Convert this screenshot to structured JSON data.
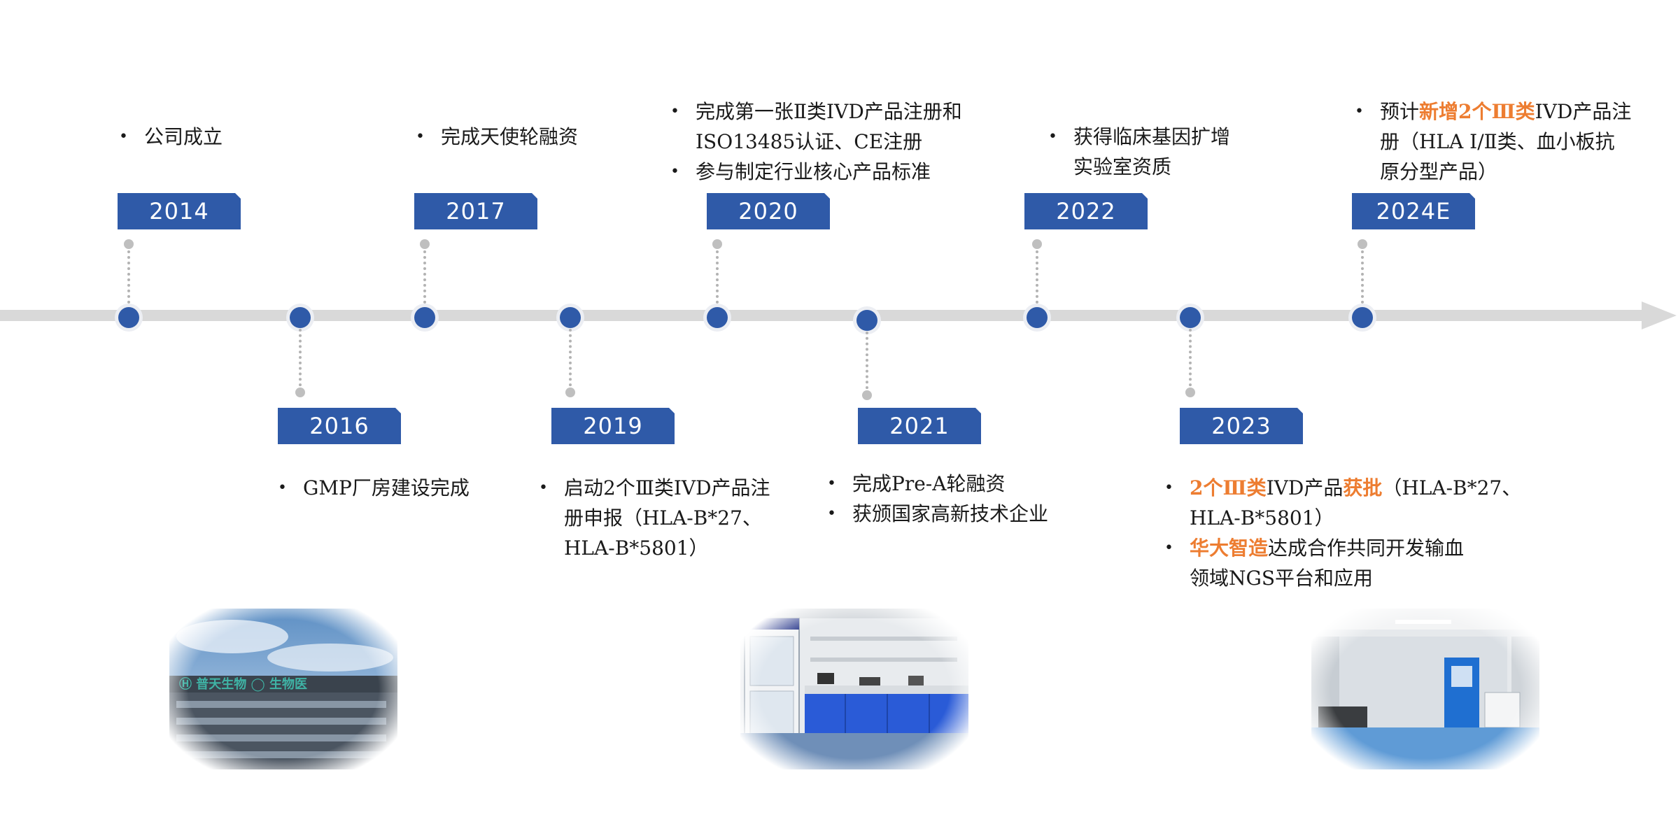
{
  "milestones": [
    {
      "year": "2014",
      "items": [
        [
          "公司成立"
        ]
      ]
    },
    {
      "year": "2016",
      "items": [
        [
          "GMP厂房建设完成"
        ]
      ]
    },
    {
      "year": "2017",
      "items": [
        [
          "完成天使轮融资"
        ]
      ]
    },
    {
      "year": "2019",
      "items": [
        [
          "启动2个Ⅲ类IVD产品注",
          "册申报（HLA-B*27、",
          "HLA-B*5801）"
        ]
      ]
    },
    {
      "year": "2020",
      "items": [
        [
          "完成第一张Ⅱ类IVD产品注册和",
          "ISO13485认证、CE注册"
        ],
        [
          "参与制定行业核心产品标准"
        ]
      ]
    },
    {
      "year": "2021",
      "items": [
        [
          "完成Pre-A轮融资"
        ],
        [
          "获颁国家高新技术企业"
        ]
      ]
    },
    {
      "year": "2022",
      "items": [
        [
          "获得临床基因扩增",
          "实验室资质"
        ]
      ]
    },
    {
      "year": "2023",
      "items": [
        {
          "hl_pre": "2个Ⅲ类",
          "mid": "IVD产品",
          "hl_post": "获批",
          "rest": "（HLA-B*27、",
          "line2": "HLA-B*5801）"
        },
        {
          "hl_pre": "华大智造",
          "rest": "达成合作共同开发输血",
          "line2": "领域NGS平台和应用"
        }
      ]
    },
    {
      "year": "2024E",
      "items": [
        {
          "pre": "预计",
          "hl": "新增2个Ⅲ类",
          "rest": "IVD产品注",
          "line2": "册（HLA Ⅰ/Ⅱ类、血小板抗",
          "line3": "原分型产品）"
        }
      ]
    }
  ],
  "photos": [
    {
      "name": "company-building-photo",
      "sign_text": "🅷 普天生物   ◯ 生物医"
    },
    {
      "name": "laboratory-photo"
    },
    {
      "name": "clean-room-photo"
    }
  ],
  "colors": {
    "accent": "#2f5aa8",
    "highlight": "#ed7d31",
    "axis": "#d9d9d9"
  }
}
